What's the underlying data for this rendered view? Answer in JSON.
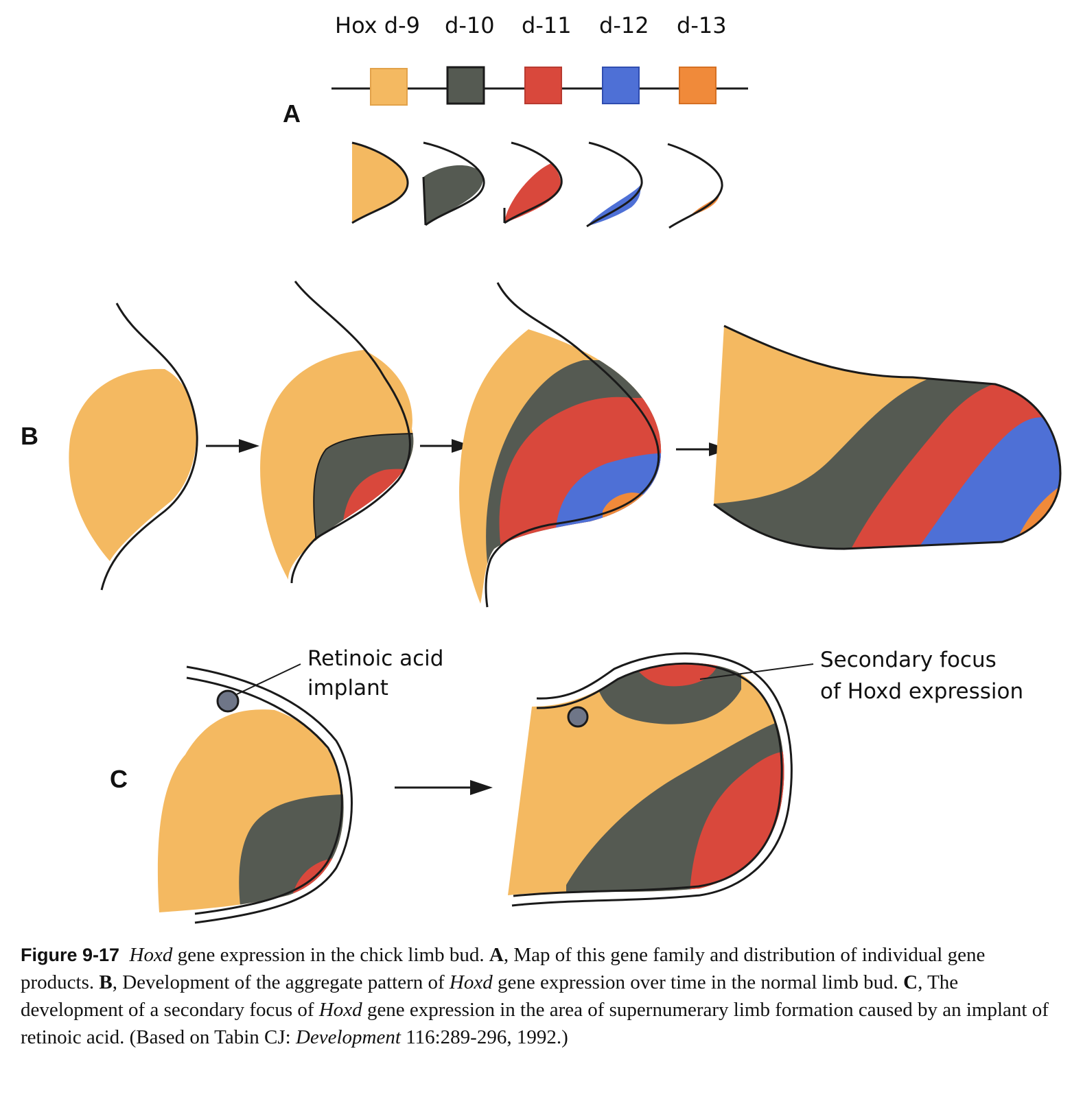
{
  "panel_a": {
    "letter": "A",
    "genes": [
      {
        "label": "Hox d-9",
        "color": "#f4b961"
      },
      {
        "label": "d-10",
        "color": "#555a52"
      },
      {
        "label": "d-11",
        "color": "#d9483c"
      },
      {
        "label": "d-12",
        "color": "#4e70d6"
      },
      {
        "label": "d-13",
        "color": "#f08a3a"
      }
    ]
  },
  "panel_b": {
    "letter": "B"
  },
  "panel_c": {
    "letter": "C",
    "implant_label_line1": "Retinoic acid",
    "implant_label_line2": "implant",
    "focus_label_line1": "Secondary focus",
    "focus_label_line2": "of Hoxd expression"
  },
  "colors": {
    "hoxd9": "#f4b961",
    "hoxd10": "#555a52",
    "hoxd11": "#d9483c",
    "hoxd12": "#4e70d6",
    "hoxd13": "#f08a3a",
    "implant": "#6f7688",
    "outline": "#1a1a1a"
  },
  "caption": {
    "figure_number": "Figure 9-17",
    "hoxd": "Hoxd",
    "text_1": " gene expression in the chick limb bud. ",
    "a_letter": "A",
    "text_2": ", Map of this gene family and distribution of individual gene products. ",
    "b_letter": "B",
    "text_3": ", Development of the aggregate pattern of ",
    "hoxd_2": "Hoxd",
    "text_4": " gene expression over time in the normal limb bud. ",
    "c_letter": "C",
    "text_5": ", The development of a secondary focus of ",
    "hoxd_3": "Hoxd",
    "text_6": " gene expression in the area of supernumerary limb formation caused by an implant of retinoic acid. (Based on Tabin CJ: ",
    "journal": "Development",
    "text_7": " 116:289-296, 1992.)"
  }
}
